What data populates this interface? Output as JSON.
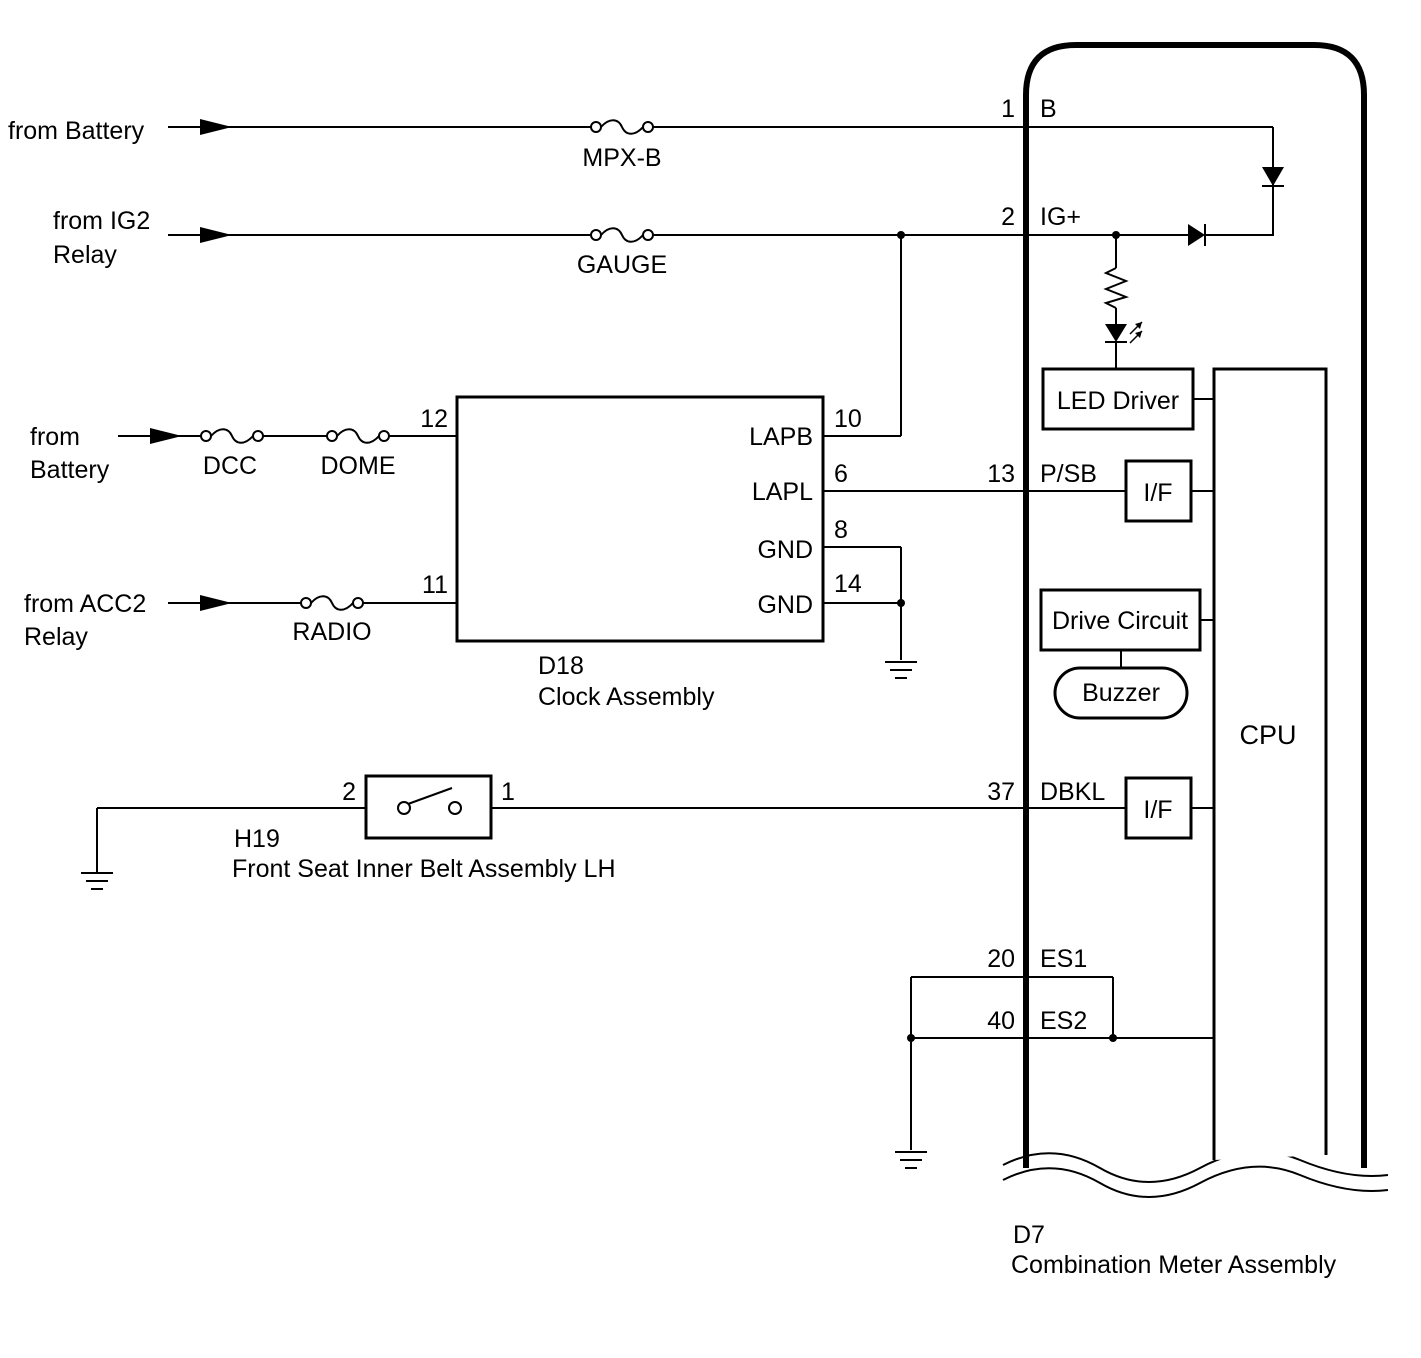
{
  "sources": {
    "battery_top": "from Battery",
    "ig2_line1": "from IG2",
    "ig2_line2": "Relay",
    "battery2_line1": "from",
    "battery2_line2": "Battery",
    "acc2_line1": "from ACC2",
    "acc2_line2": "Relay"
  },
  "fuses": {
    "mpxb": "MPX-B",
    "gauge": "GAUGE",
    "dcc": "DCC",
    "dome": "DOME",
    "radio": "RADIO"
  },
  "clock": {
    "id": "D18",
    "name": "Clock Assembly",
    "pins": {
      "lapb": "LAPB",
      "lapl": "LAPL",
      "gnd1": "GND",
      "gnd2": "GND"
    },
    "pin_numbers": {
      "p12": "12",
      "p11": "11",
      "p10": "10",
      "p6": "6",
      "p8": "8",
      "p14": "14"
    }
  },
  "belt": {
    "id": "H19",
    "name": "Front Seat Inner Belt Assembly LH",
    "pin_numbers": {
      "p2": "2",
      "p1": "1"
    }
  },
  "meter": {
    "id": "D7",
    "name": "Combination Meter Assembly",
    "pin_numbers": {
      "b": "1",
      "ig": "2",
      "psb": "13",
      "dbkl": "37",
      "es1": "20",
      "es2": "40"
    },
    "pin_names": {
      "b": "B",
      "ig": "IG+",
      "psb": "P/SB",
      "dbkl": "DBKL",
      "es1": "ES1",
      "es2": "ES2"
    },
    "blocks": {
      "led_driver": "LED Driver",
      "if1": "I/F",
      "drive_circuit": "Drive Circuit",
      "buzzer": "Buzzer",
      "if2": "I/F",
      "cpu": "CPU"
    }
  }
}
